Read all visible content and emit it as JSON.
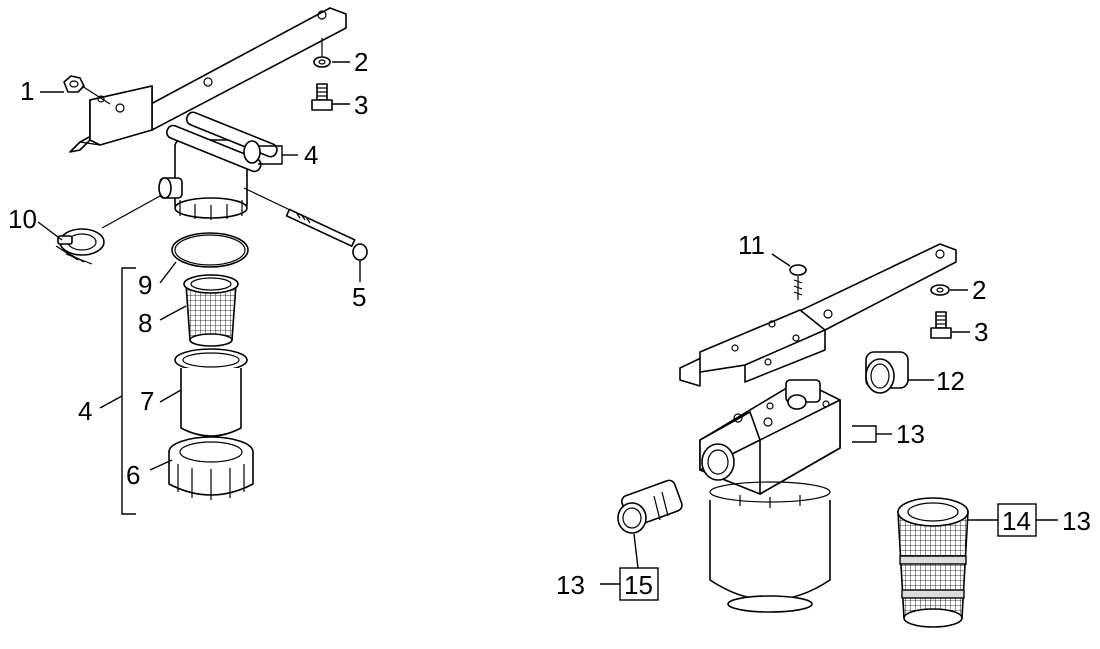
{
  "left_assembly": {
    "callouts": {
      "nut": "1",
      "washer": "2",
      "bolt": "3",
      "head_group": "4",
      "long_bolt": "5",
      "ring_nut": "6",
      "bowl": "7",
      "strainer": "8",
      "o_ring": "9",
      "hose_clamp": "10",
      "kit_bracket": "4"
    }
  },
  "right_assembly": {
    "callouts": {
      "screw": "11",
      "washer": "2",
      "bolt": "3",
      "adapter": "12",
      "housing": "13",
      "insert_kit": "14",
      "insert_parent": "13",
      "nipple_kit": "15",
      "nipple_parent": "13"
    }
  }
}
